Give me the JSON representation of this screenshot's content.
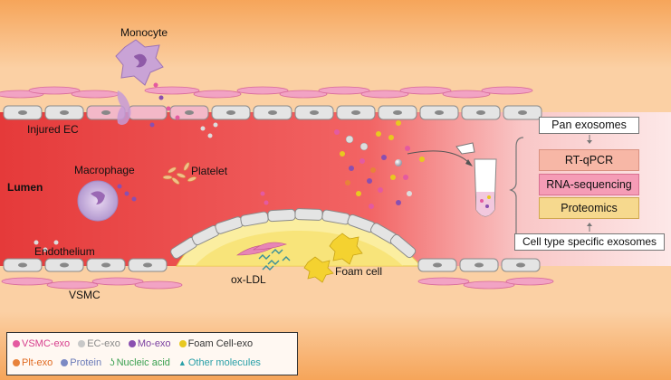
{
  "labels": {
    "monocyte": "Monocyte",
    "injured_ec": "Injured EC",
    "lumen": "Lumen",
    "macrophage": "Macrophage",
    "platelet": "Platelet",
    "endothelium": "Endothelium",
    "vsmc": "VSMC",
    "ox_ldl": "ox-LDL",
    "foam_cell": "Foam cell"
  },
  "workflow": {
    "pan_exosomes": "Pan exosomes",
    "rt_qpcr": "RT-qPCR",
    "rna_seq": "RNA-sequencing",
    "proteomics": "Proteomics",
    "cell_type_specific": "Cell type specific exosomes"
  },
  "legend": {
    "row1": [
      {
        "label": "VSMC-exo",
        "color": "#e45aa0"
      },
      {
        "label": "EC-exo",
        "color": "#a8a8a8"
      },
      {
        "label": "Mo-exo",
        "color": "#8a4fb0"
      },
      {
        "label": "Foam Cell-exo",
        "color": "#e8c820"
      }
    ],
    "row2": [
      {
        "label": "Plt-exo",
        "color": "#e8823a"
      },
      {
        "label": "Protein",
        "color": "#7c8ac4"
      },
      {
        "label": "Nucleic acid",
        "color": "#3aa050"
      },
      {
        "label": "Other molecules",
        "color": "#2aa0a8"
      }
    ]
  },
  "colors": {
    "lumen_red": "#e02a2a",
    "adventitia_orange": "#f3a35a",
    "boxes_fill": "#f7b7a6",
    "rna_box_fill": "#f59cb6",
    "proteomics_fill": "#f6d98e",
    "plaque_yellow": "#f8e98a"
  }
}
